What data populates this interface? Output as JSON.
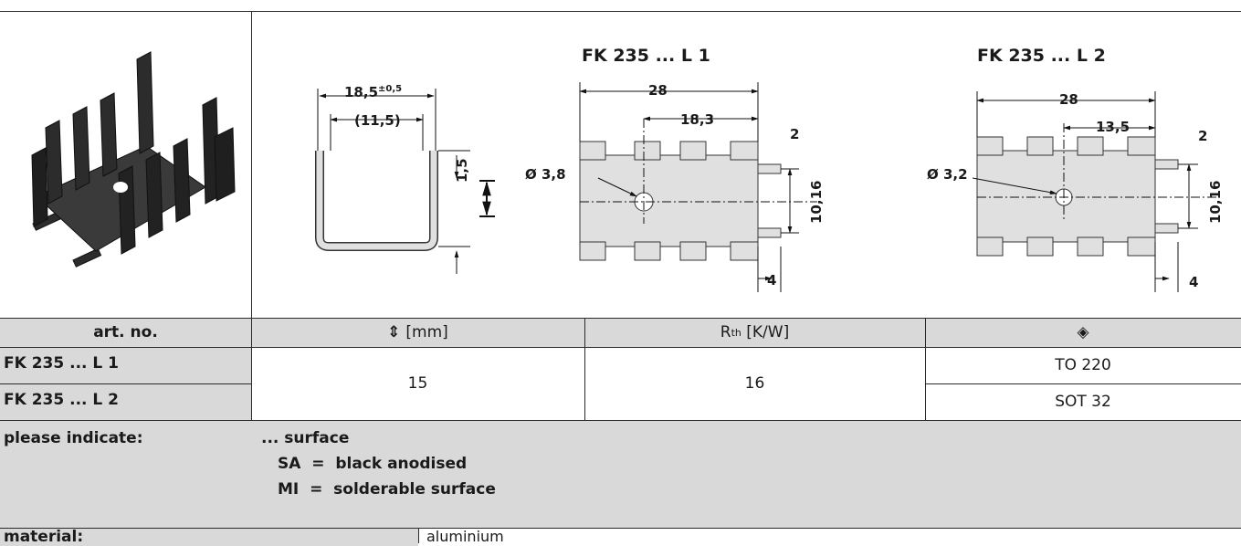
{
  "header": {
    "model_l1": "FK 235 ... L 1",
    "model_l2": "FK 235 ... L 2"
  },
  "drawing_profile": {
    "width_dim": "18,5",
    "width_tol": "±0,5",
    "inner_dim": "(11,5)",
    "thickness_dim": "1,5"
  },
  "drawing_l1": {
    "width": "28",
    "hole_offset": "18,3",
    "hole_dia": "Ø 3,8",
    "slot": "2",
    "slot_height": "10,16",
    "tab": "4"
  },
  "drawing_l2": {
    "width": "28",
    "hole_offset": "13,5",
    "hole_dia": "Ø 3,2",
    "slot": "2",
    "slot_height": "10,16",
    "tab": "4"
  },
  "table": {
    "col_artno": "art. no.",
    "col_height_unit": "[mm]",
    "col_rth_main": "R",
    "col_rth_sub": "th",
    "col_rth_unit": "[K/W]",
    "rows": [
      {
        "art": "FK 235 ... L 1",
        "package": "TO 220"
      },
      {
        "art": "FK 235 ... L 2",
        "package": "SOT 32"
      }
    ],
    "height_value": "15",
    "rth_value": "16"
  },
  "notes": {
    "indicate_label": "please indicate:",
    "surface_line": "... surface",
    "option_sa": "SA  =  black anodised",
    "option_mi": "MI  =  solderable surface",
    "material_label": "material:",
    "material_value": "aluminium"
  },
  "colors": {
    "grey": "#d9d9d9",
    "line": "#2a2a2a",
    "part": "#e0e0e0"
  }
}
